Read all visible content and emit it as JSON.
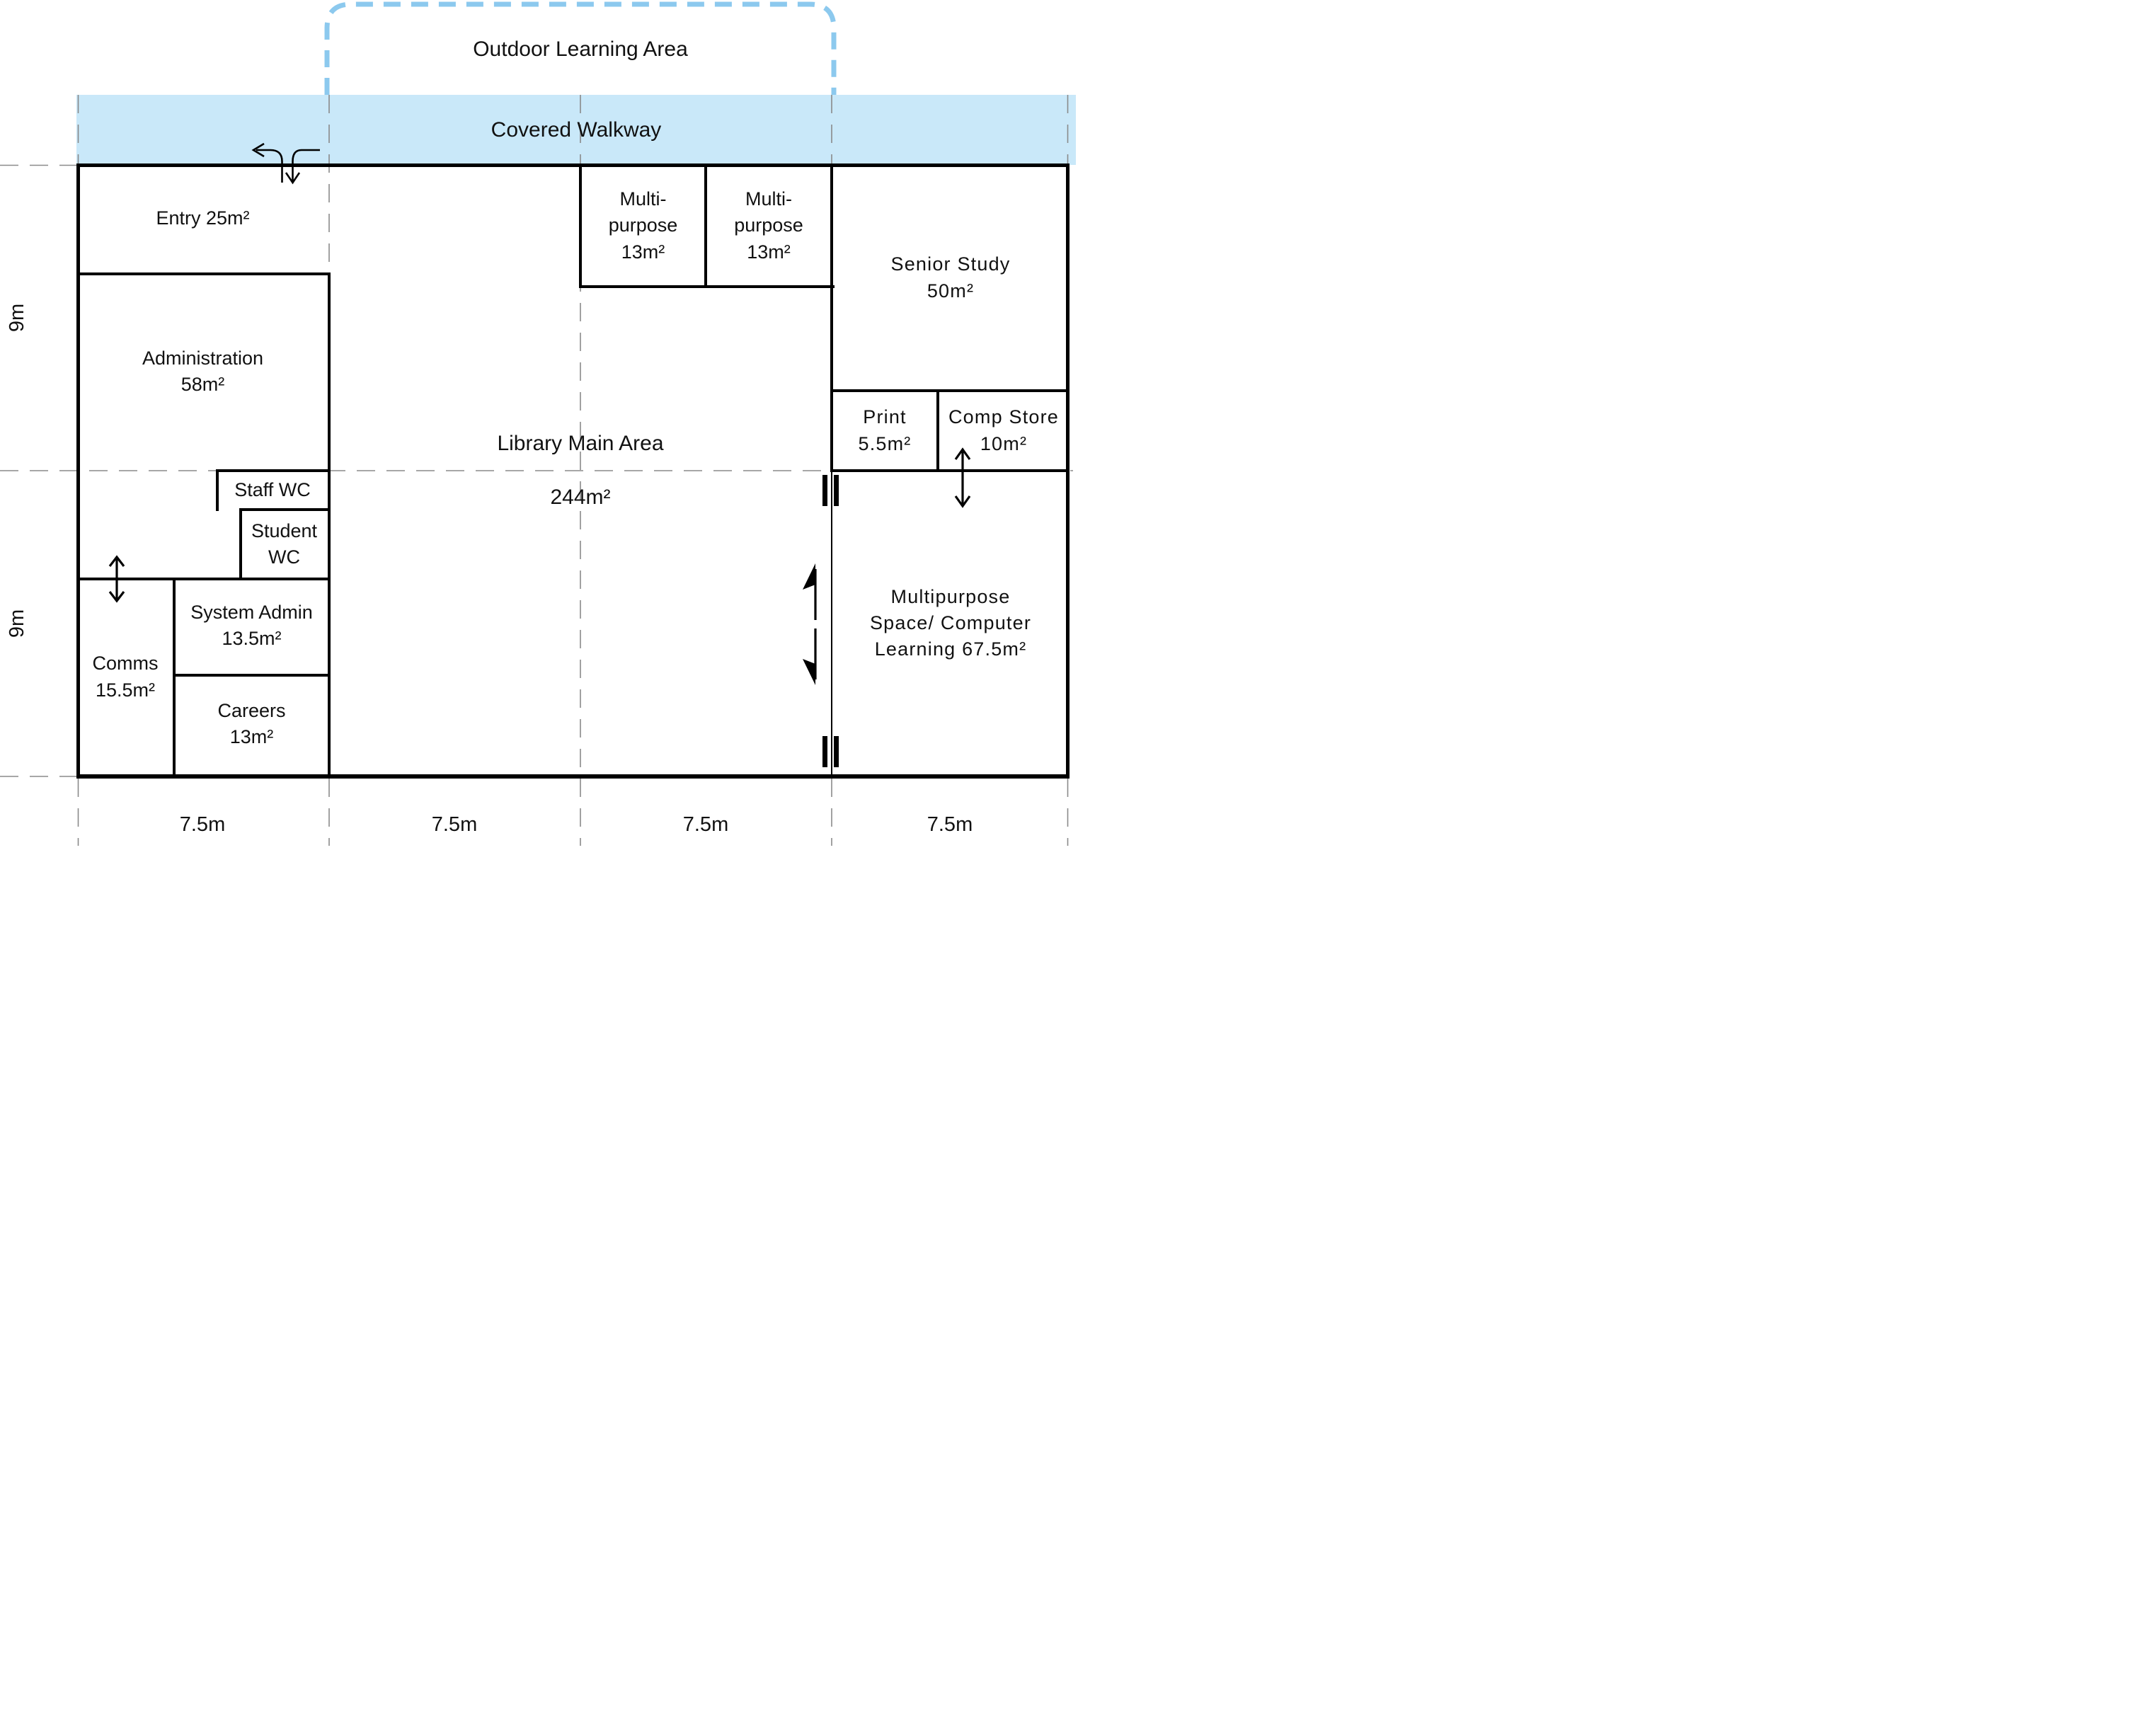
{
  "colors": {
    "walkway_fill": "#C9E8F9",
    "outdoor_dash": "#8CC9EE",
    "wall": "#000000",
    "gridline": "#8A8A8A",
    "text": "#111111"
  },
  "outdoor": {
    "label": "Outdoor Learning Area"
  },
  "walkway": {
    "label": "Covered Walkway"
  },
  "rooms": {
    "entry": {
      "lines": [
        "Entry 25m²"
      ]
    },
    "administration": {
      "lines": [
        "Administration",
        "58m²"
      ]
    },
    "staff_wc": {
      "lines": [
        "Staff WC"
      ]
    },
    "student_wc": {
      "lines": [
        "Student",
        "WC"
      ]
    },
    "comms": {
      "lines": [
        "Comms",
        "15.5m²"
      ]
    },
    "system_admin": {
      "lines": [
        "System Admin",
        "13.5m²"
      ]
    },
    "careers": {
      "lines": [
        "Careers",
        "13m²"
      ]
    },
    "library": {
      "lines": [
        "Library Main Area",
        "244m²"
      ]
    },
    "multipurpose_a": {
      "lines": [
        "Multi-",
        "purpose",
        "13m²"
      ]
    },
    "multipurpose_b": {
      "lines": [
        "Multi-",
        "purpose",
        "13m²"
      ]
    },
    "senior_study": {
      "lines": [
        "Senior Study",
        "50m²"
      ]
    },
    "print": {
      "lines": [
        "Print",
        "5.5m²"
      ]
    },
    "comp_store": {
      "lines": [
        "Comp Store",
        "10m²"
      ]
    },
    "multipurpose_computer": {
      "lines": [
        "Multipurpose",
        "Space/ Computer",
        "Learning 67.5m²"
      ]
    }
  },
  "dimensions": {
    "left": [
      "9m",
      "9m"
    ],
    "bottom": [
      "7.5m",
      "7.5m",
      "7.5m",
      "7.5m"
    ]
  }
}
